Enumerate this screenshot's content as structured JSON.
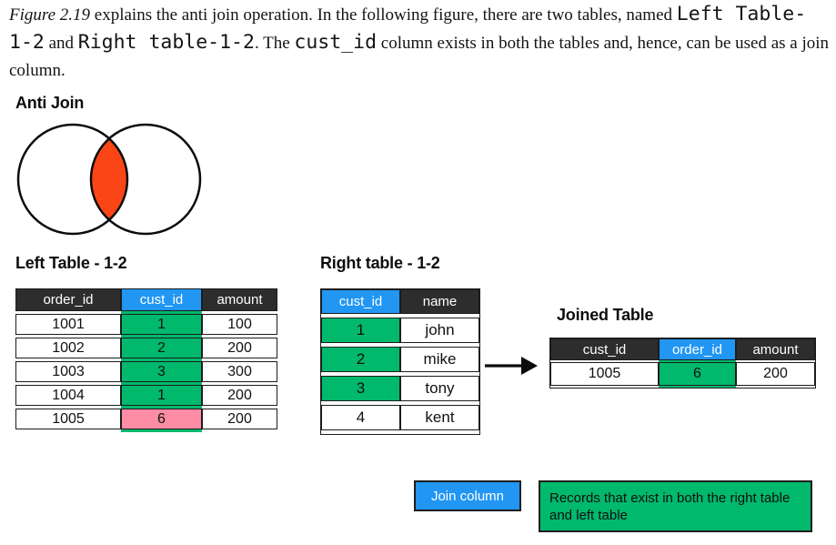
{
  "colors": {
    "join_blue": "#2196f3",
    "match_green": "#00b96d",
    "nomatch_pink": "#fd8ca4",
    "header_dark": "#2d2d2d",
    "intersection_orange": "#fa4616"
  },
  "intro": {
    "segments": [
      {
        "t": "Figure 2.19",
        "s": "italic"
      },
      {
        "t": " explains the anti join operation. In the following figure, there are two tables, named ",
        "s": "serif"
      },
      {
        "t": "Left Table-1-2",
        "s": "mono"
      },
      {
        "t": " and ",
        "s": "serif"
      },
      {
        "t": "Right table-1-2",
        "s": "mono"
      },
      {
        "t": ". The ",
        "s": "serif"
      },
      {
        "t": "cust_id",
        "s": "mono"
      },
      {
        "t": " column exists in both the tables and, hence, can be used as a join column.",
        "s": "serif"
      }
    ]
  },
  "venn": {
    "title": "Anti Join"
  },
  "tables": {
    "left": {
      "title": "Left Table - 1-2",
      "columns": [
        "order_id",
        "cust_id",
        "amount"
      ],
      "join_col": 1,
      "rows": [
        [
          "1001",
          "1",
          "100"
        ],
        [
          "1002",
          "2",
          "200"
        ],
        [
          "1003",
          "3",
          "300"
        ],
        [
          "1004",
          "1",
          "200"
        ],
        [
          "1005",
          "6",
          "200"
        ]
      ],
      "highlights": [
        "green",
        "green",
        "green",
        "green",
        "pink"
      ]
    },
    "right": {
      "title": "Right table - 1-2",
      "columns": [
        "cust_id",
        "name"
      ],
      "join_col": 0,
      "rows": [
        [
          "1",
          "john"
        ],
        [
          "2",
          "mike"
        ],
        [
          "3",
          "tony"
        ],
        [
          "4",
          "kent"
        ]
      ],
      "highlights": [
        "green",
        "green",
        "green",
        ""
      ]
    },
    "joined": {
      "title": "Joined Table",
      "columns": [
        "cust_id",
        "order_id",
        "amount"
      ],
      "join_col": 1,
      "rows": [
        [
          "1005",
          "6",
          "200"
        ]
      ],
      "highlights": [
        "green"
      ]
    }
  },
  "legend": {
    "join_column": "Join column",
    "both_tables": "Records that exist in both the right table and left table"
  }
}
